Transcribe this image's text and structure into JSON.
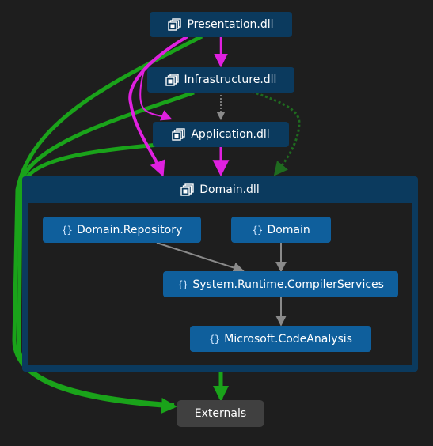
{
  "diagram": {
    "assemblies": {
      "presentation": "Presentation.dll",
      "infrastructure": "Infrastructure.dll",
      "application": "Application.dll",
      "domain": "Domain.dll",
      "externals": "Externals"
    },
    "namespaces": {
      "domain_repository": "Domain.Repository",
      "domain": "Domain",
      "system_runtime": "System.Runtime.CompilerServices",
      "microsoft_codeanalysis": "Microsoft.CodeAnalysis"
    },
    "namespace_icon_glyph": "{}",
    "colors": {
      "background": "#1e1e1e",
      "assembly_node": "#0b3a5e",
      "namespace_node": "#0f5f9c",
      "externals_node": "#404040",
      "green_edge": "#1aa31a",
      "magenta_edge": "#e020e0",
      "dark_green_dotted_edge": "#1f6b1f",
      "gray_edge": "#8a8a8a"
    },
    "icons": {
      "assembly": "assembly-icon",
      "namespace": "namespace-icon"
    }
  }
}
